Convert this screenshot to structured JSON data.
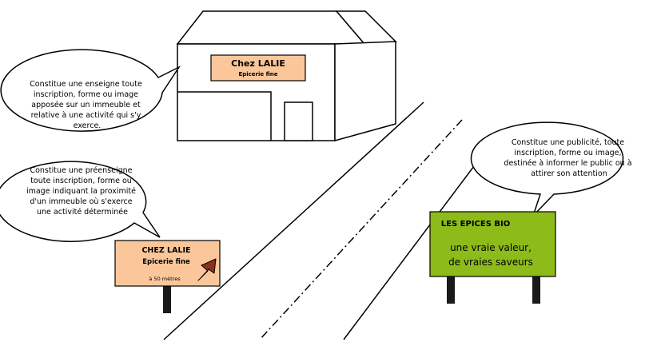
{
  "shop_sign": {
    "title": "Chez LALIE",
    "subtitle": "Epicerie fine"
  },
  "bubble_enseigne": {
    "lines": [
      "Constitue une enseigne toute",
      "inscription, forme ou image",
      "apposée sur un immeuble et",
      "relative à une activité qui s'y",
      "exerce."
    ]
  },
  "bubble_preenseigne": {
    "lines": [
      "Constitue une préenseigne",
      "toute inscription, forme ou",
      "image indiquant la proximité",
      "d'un immeuble où s'exerce",
      "une activité déterminée"
    ]
  },
  "bubble_publicite": {
    "lines": [
      "Constitue une publicité, toute",
      "inscription, forme ou image,",
      "destinée à informer le public ou à",
      "attirer son attention"
    ]
  },
  "preenseigne_sign": {
    "title": "CHEZ LALIE",
    "subtitle": "Epicerie fine",
    "distance": "à 50 mètres"
  },
  "billboard": {
    "title": "LES EPICES BIO",
    "line1": "une vraie valeur,",
    "line2": "de vraies saveurs"
  },
  "colors": {
    "sign_peach": "#fbc79a",
    "billboard_green": "#8dbb1a",
    "arrow_brown": "#8b2f1f",
    "post": "#1a1a1a"
  }
}
